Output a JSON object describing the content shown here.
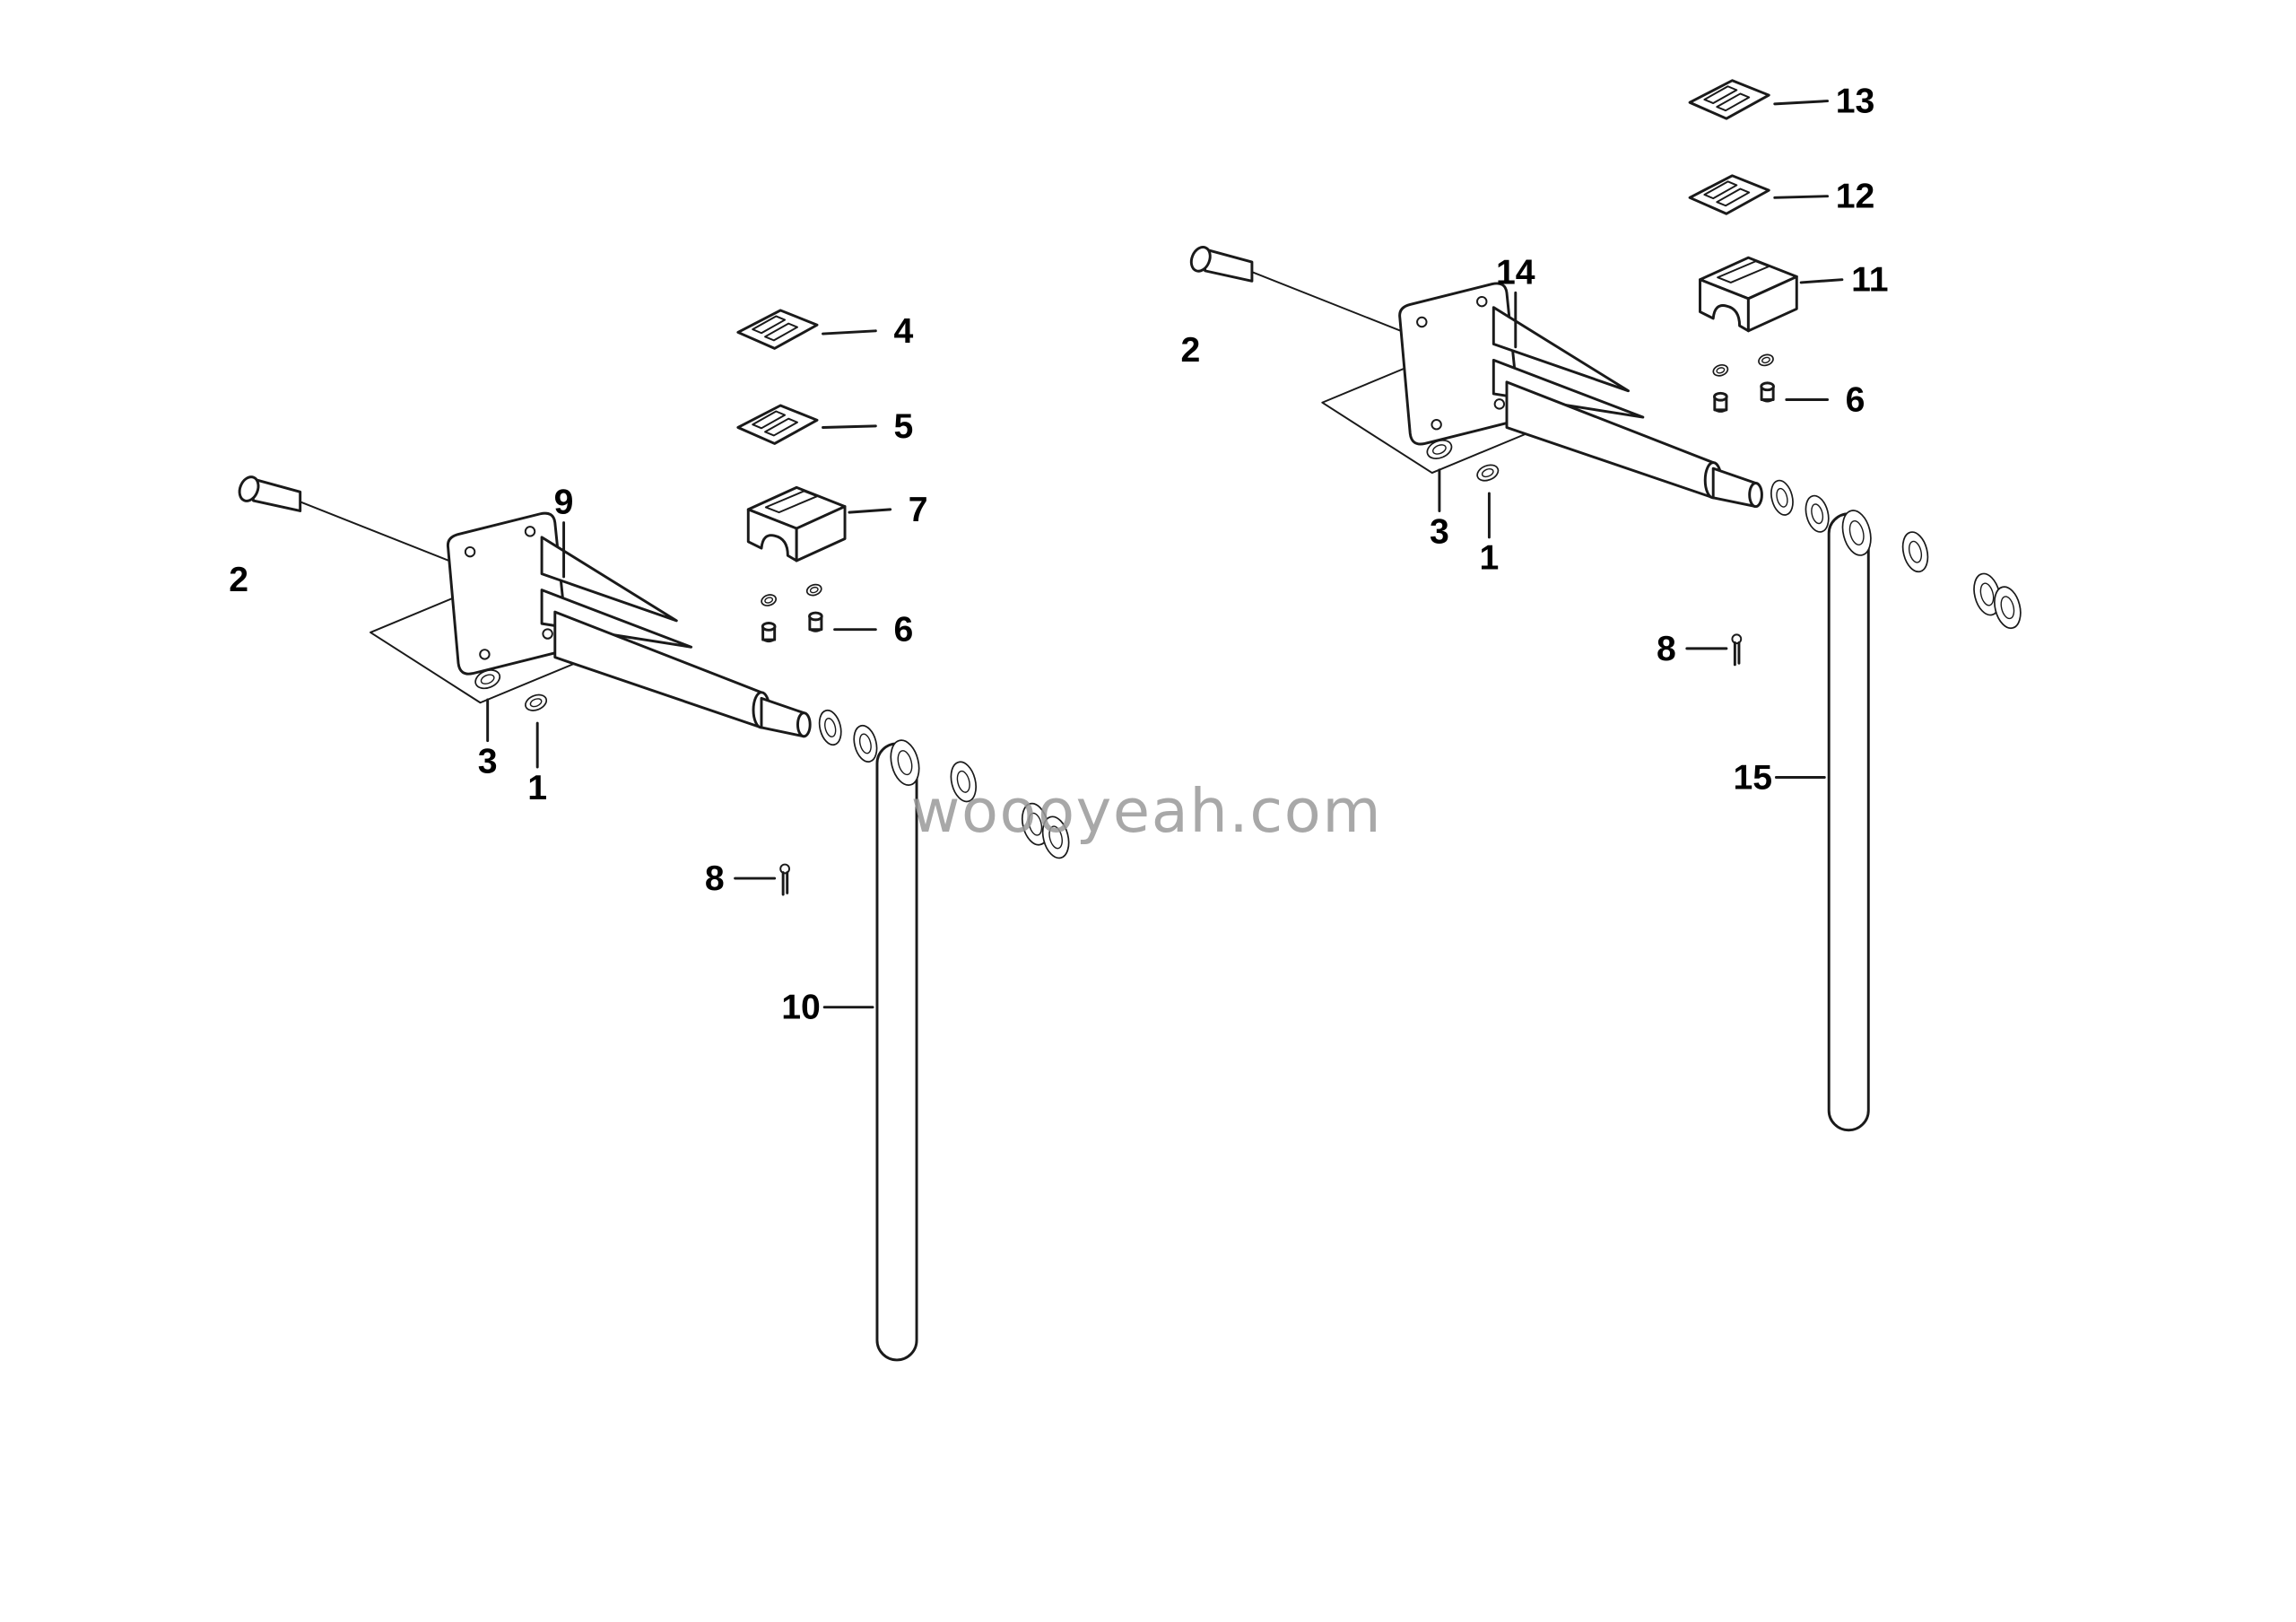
{
  "diagram": {
    "watermark": "woooyeah.com",
    "colors": {
      "ink": "#1a1a1a",
      "background": "#ffffff",
      "watermark_gray": "#9a9a9a"
    },
    "callouts": {
      "left": {
        "bolt": "2",
        "bracket": "9",
        "shim_top": "4",
        "shim_bottom": "5",
        "clamp": "7",
        "hardware": "6",
        "washer": "3",
        "nut": "1",
        "cotter_pin": "8",
        "arm": "10"
      },
      "right": {
        "bolt": "2",
        "bracket": "14",
        "shim_top": "13",
        "shim_bottom": "12",
        "clamp": "11",
        "hardware": "6",
        "washer": "3",
        "nut": "1",
        "cotter_pin": "8",
        "arm": "15"
      }
    }
  }
}
